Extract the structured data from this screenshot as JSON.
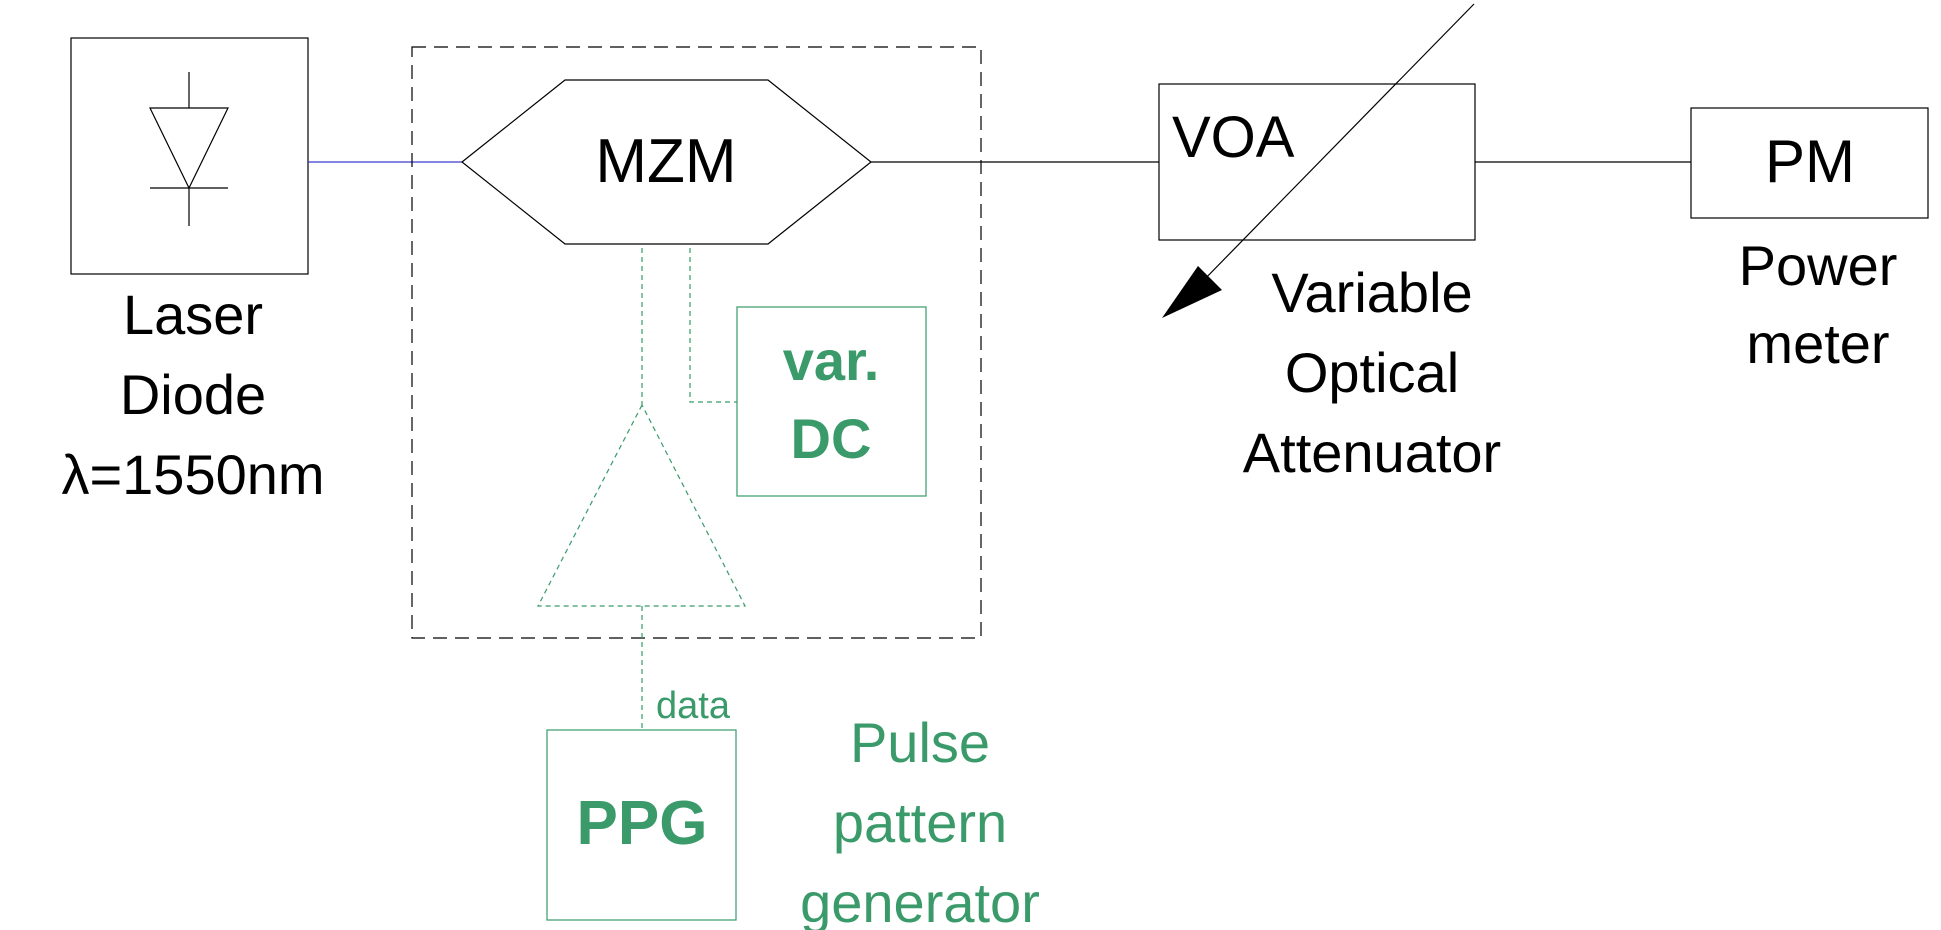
{
  "colors": {
    "black": "#000000",
    "green": "#3a9a6a",
    "blue_fiber": "#3a3ad0"
  },
  "laser": {
    "icon": "laser-diode-symbol-icon",
    "lines": [
      "Laser",
      "Diode",
      "λ=1550nm"
    ]
  },
  "mzm": {
    "label": "MZM"
  },
  "dc_source": {
    "lines": [
      "var.",
      "DC"
    ]
  },
  "voa": {
    "label": "VOA",
    "lines": [
      "Variable",
      "Optical",
      "Attenuator"
    ]
  },
  "power_meter": {
    "label": "PM",
    "lines": [
      "Power",
      "meter"
    ]
  },
  "ppg": {
    "label": "PPG",
    "data_label": "data",
    "lines": [
      "Pulse",
      "pattern",
      "generator"
    ]
  }
}
